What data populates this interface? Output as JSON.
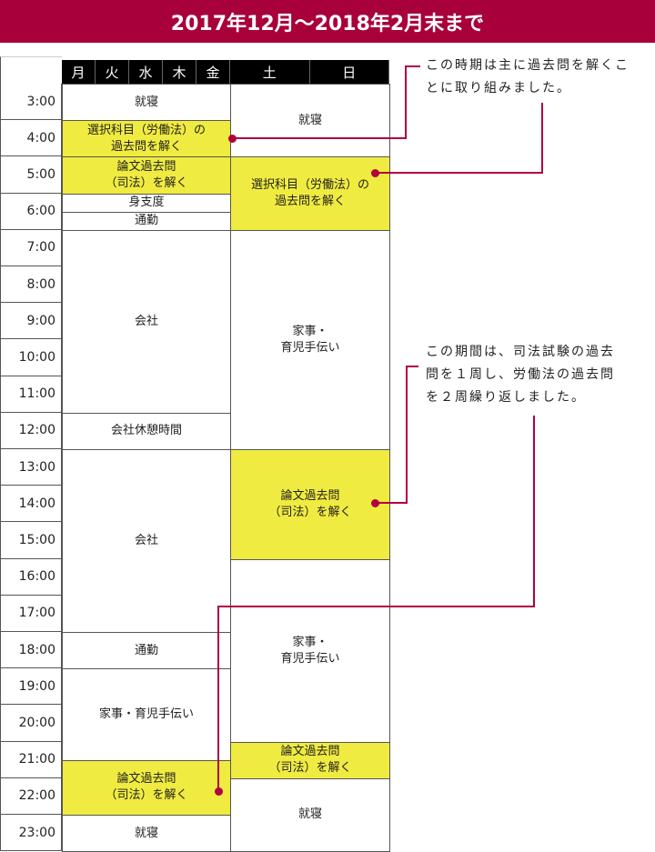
{
  "title": "2017年12月～2018年2月末まで",
  "weekday_headers": [
    "月",
    "火",
    "水",
    "木",
    "金"
  ],
  "weekend_headers": [
    "土",
    "日"
  ],
  "times": [
    "3:00",
    "4:00",
    "5:00",
    "6:00",
    "7:00",
    "8:00",
    "9:00",
    "10:00",
    "11:00",
    "12:00",
    "13:00",
    "14:00",
    "15:00",
    "16:00",
    "17:00",
    "18:00",
    "19:00",
    "20:00",
    "21:00",
    "22:00",
    "23:00"
  ],
  "weekday": [
    {
      "label": "就寝",
      "start": 3,
      "end": 4,
      "study": false
    },
    {
      "label": "選択科目（労働法）の\n過去問を解く",
      "start": 4,
      "end": 5,
      "study": true
    },
    {
      "label": "論文過去問\n（司法）を解く",
      "start": 5,
      "end": 6,
      "study": true
    },
    {
      "label": "身支度",
      "start": 6,
      "end": 6.5,
      "study": false
    },
    {
      "label": "通勤",
      "start": 6.5,
      "end": 7,
      "study": false
    },
    {
      "label": "会社",
      "start": 7,
      "end": 12,
      "study": false
    },
    {
      "label": "会社休憩時間",
      "start": 12,
      "end": 13,
      "study": false
    },
    {
      "label": "会社",
      "start": 13,
      "end": 18,
      "study": false
    },
    {
      "label": "通勤",
      "start": 18,
      "end": 19,
      "study": false
    },
    {
      "label": "家事・育児手伝い",
      "start": 19,
      "end": 21.5,
      "study": false
    },
    {
      "label": "論文過去問\n（司法）を解く",
      "start": 21.5,
      "end": 23,
      "study": true
    },
    {
      "label": "就寝",
      "start": 23,
      "end": 24,
      "study": false
    }
  ],
  "weekend": [
    {
      "label": "就寝",
      "start": 3,
      "end": 5,
      "study": false
    },
    {
      "label": "選択科目（労働法）の\n過去問を解く",
      "start": 5,
      "end": 7,
      "study": true
    },
    {
      "label": "家事・\n育児手伝い",
      "start": 7,
      "end": 13,
      "study": false
    },
    {
      "label": "論文過去問\n（司法）を解く",
      "start": 13,
      "end": 16,
      "study": true
    },
    {
      "label": "家事・\n育児手伝い",
      "start": 16,
      "end": 21,
      "study": false
    },
    {
      "label": "論文過去問\n（司法）を解く",
      "start": 21,
      "end": 22,
      "study": true
    },
    {
      "label": "就寝",
      "start": 22,
      "end": 24,
      "study": false
    }
  ],
  "notes": [
    "この時期は主に過去問を解くこ\nとに取り組みました。",
    "この期間は、司法試験の過去\n問を１周し、労働法の過去問\nを２周繰り返しました。"
  ],
  "colors": {
    "accent": "#a8003a",
    "study": "#f0eb40"
  }
}
